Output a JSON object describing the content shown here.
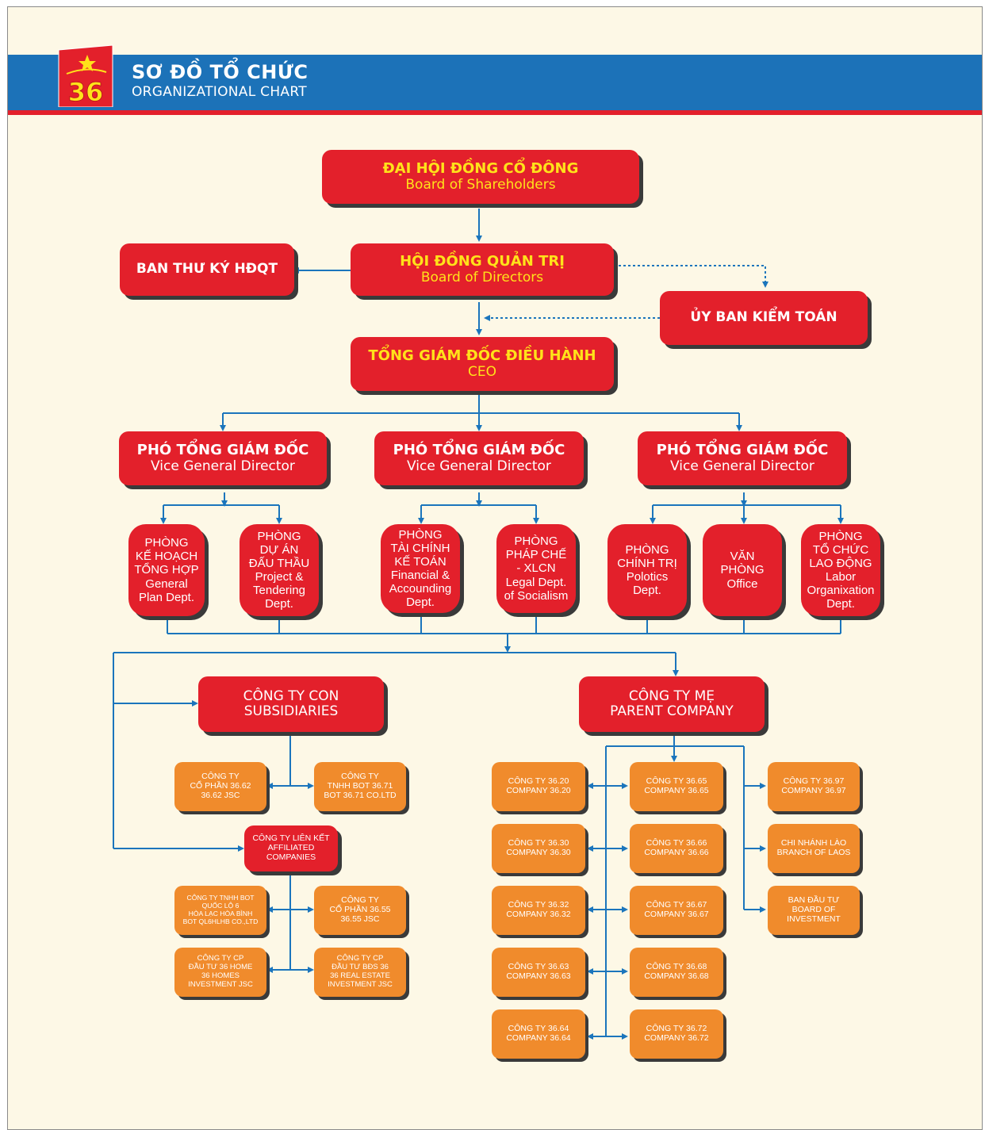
{
  "header": {
    "logo_number": "36",
    "title_vn": "SƠ ĐỒ TỔ CHỨC",
    "title_en": "ORGANIZATIONAL CHART"
  },
  "colors": {
    "banner_blue": "#1c72b8",
    "node_red": "#e3202b",
    "node_orange": "#f08b2c",
    "title_yellow": "#ffe21a",
    "connector_blue": "#1b75bc",
    "background": "#fdf8e6"
  },
  "governance": {
    "shareholders": {
      "vn": "ĐẠI HỘI ĐỒNG CỔ ĐÔNG",
      "en": "Board of Shareholders"
    },
    "board": {
      "vn": "HỘI ĐỒNG QUẢN TRỊ",
      "en": "Board of Directors"
    },
    "secretary": "BAN THƯ KÝ HĐQT",
    "audit": "ỦY BAN KIỂM TOÁN",
    "ceo": {
      "vn": "TỔNG GIÁM ĐỐC ĐIỀU HÀNH",
      "en": "CEO"
    }
  },
  "vice_directors": [
    {
      "vn": "PHÓ TỔNG GIÁM ĐỐC",
      "en": "Vice General Director"
    },
    {
      "vn": "PHÓ TỔNG GIÁM ĐỐC",
      "en": "Vice General Director"
    },
    {
      "vn": "PHÓ TỔNG GIÁM ĐỐC",
      "en": "Vice General Director"
    }
  ],
  "departments": [
    "PHÒNG\nKẾ HOẠCH\nTỔNG HỢP\nGeneral\nPlan Dept.",
    "PHÒNG\nDỰ ÁN\nĐẤU THẦU\nProject &\nTendering\nDept.",
    "PHÒNG\nTÀI CHÍNH\nKẾ TOÁN\nFinancial &\nAccounding\nDept.",
    "PHÒNG\nPHÁP CHẾ\n- XLCN\nLegal Dept.\nof Socialism",
    "PHÒNG\nCHÍNH TRỊ\nPolotics\nDept.",
    "VĂN\nPHÒNG\nOffice",
    "PHÒNG\nTỔ CHỨC\nLAO ĐỘNG\nLabor\nOrganixation\nDept."
  ],
  "subsidiaries": {
    "title": "CÔNG TY CON\nSUBSIDIARIES",
    "companies": [
      "CÔNG TY\nCỔ PHẦN 36.62\n36.62 JSC",
      "CÔNG TY\nTNHH BOT 36.71\nBOT 36.71 CO.LTD"
    ]
  },
  "affiliated": {
    "title": "CÔNG TY  LIÊN KẾT\nAFFILIATED\nCOMPANIES",
    "companies": [
      "CÔNG TY TNHH BOT\nQUỐC LỘ 6\nHÒA LẠC HÒA BÌNH\nBOT QL6HLHB CO.,LTD",
      "CÔNG TY\nCỔ PHẦN 36.55\n36.55 JSC",
      "CÔNG TY CP\nĐẦU TƯ 36 HOME\n36 HOMES\nINVESTMENT JSC",
      "CÔNG TY  CP\nĐẦU TƯ BĐS 36\n36 REAL ESTATE\nINVESTMENT JSC"
    ]
  },
  "parent": {
    "title": "CÔNG TY MẸ\nPARENT COMPANY",
    "left_column": [
      "CÔNG TY 36.20\nCOMPANY 36.20",
      "CÔNG TY 36.30\nCOMPANY 36.30",
      "CÔNG TY 36.32\nCOMPANY 36.32",
      "CÔNG TY 36.63\nCOMPANY 36.63",
      "CÔNG TY 36.64\nCOMPANY 36.64"
    ],
    "middle_column": [
      "CÔNG TY 36.65\nCOMPANY 36.65",
      "CÔNG TY 36.66\nCOMPANY 36.66",
      "CÔNG TY 36.67\nCOMPANY 36.67",
      "CÔNG TY 36.68\nCOMPANY 36.68",
      "CÔNG TY 36.72\nCOMPANY 36.72"
    ],
    "right_column": [
      "CÔNG TY 36.97\nCOMPANY 36.97",
      "CHI NHÁNH LÀO\nBRANCH OF LAOS",
      "BAN ĐẦU TƯ\nBOARD OF\nINVESTMENT"
    ]
  }
}
